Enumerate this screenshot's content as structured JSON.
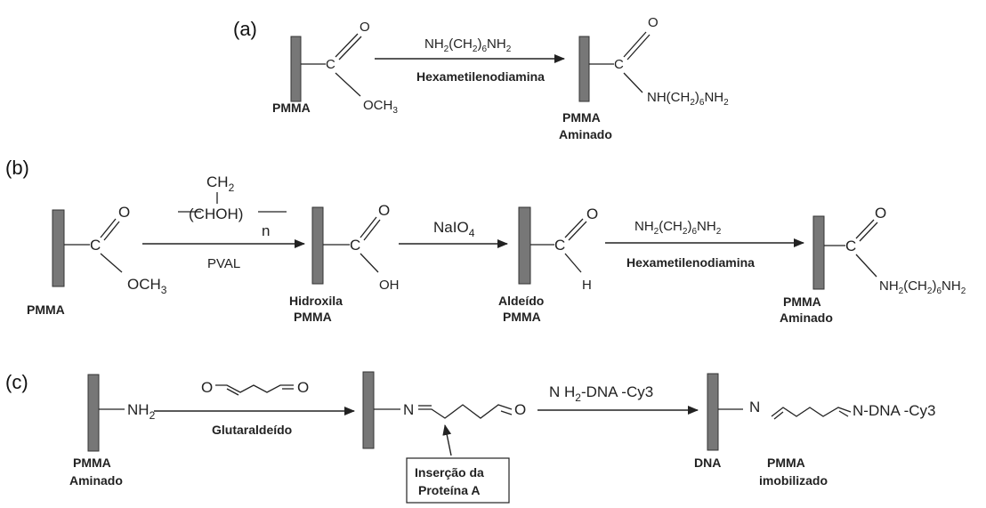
{
  "panel_a": {
    "label": "(a)",
    "reactant_name": "PMMA",
    "reactant_o": "O",
    "reactant_c": "C",
    "reactant_och3": "OCH",
    "reactant_och3_sub": "3",
    "reagent_formula": "NH2(CH2)6NH2",
    "reagent_name": "Hexametilenodiamina",
    "product_o": "O",
    "product_c": "C",
    "product_group": "NH(CH2)6NH2",
    "product_name_line1": "PMMA",
    "product_name_line2": "Aminado"
  },
  "panel_b": {
    "label": "(b)",
    "start_name": "PMMA",
    "start_o": "O",
    "start_c": "C",
    "start_och3": "OCH",
    "start_och3_sub": "3",
    "pval_ch2": "CH",
    "pval_ch2_sub": "2",
    "pval_chain": "(CHOH)",
    "pval_n": "n",
    "step1_reagent": "PVAL",
    "hydroxyl_o": "O",
    "hydroxyl_c": "C",
    "hydroxyl_oh": "OH",
    "hydroxyl_name_line1": "Hidroxila",
    "hydroxyl_name_line2": "PMMA",
    "step2_reagent": "NaIO",
    "step2_reagent_sub": "4",
    "aldehyde_o": "O",
    "aldehyde_c": "C",
    "aldehyde_h": "H",
    "aldehyde_name_line1": "Aldeído",
    "aldehyde_name_line2": "PMMA",
    "step3_formula": "NH2(CH2)6NH2",
    "step3_name": "Hexametilenodiamina",
    "final_o": "O",
    "final_c": "C",
    "final_group": "NH2(CH2)6NH2",
    "final_name_line1": "PMMA",
    "final_name_line2": "Aminado"
  },
  "panel_c": {
    "label": "(c)",
    "start_nh": "NH",
    "start_nh_sub": "2",
    "start_name_line1": "PMMA",
    "start_name_line2": "Aminado",
    "glut_o_left": "O",
    "glut_o_right": "O",
    "step1_reagent": "Glutaraldeído",
    "intermediate_n": "N",
    "intermediate_o": "O",
    "note_line1": "Inserção da",
    "note_line2": "Proteína A",
    "step2_reagent": "NH2-DNA -Cy3",
    "final_n": "N",
    "final_tail": "N-DNA -Cy3",
    "final_label_dna": "DNA",
    "final_name_line1": "PMMA",
    "final_name_line2": "imobilizado"
  }
}
